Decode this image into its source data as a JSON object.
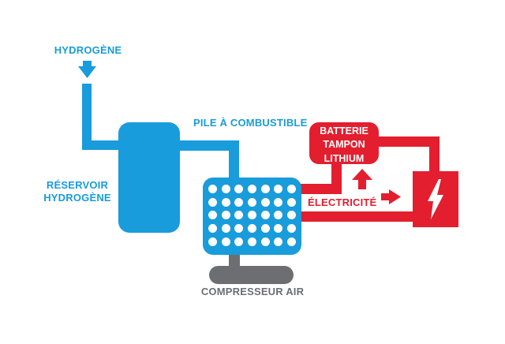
{
  "colors": {
    "blue": "#189CDB",
    "red": "#E31E2E",
    "gray": "#6D6E71",
    "dot": "#FFFFFF",
    "background": "#FFFFFF",
    "bolt": "#FFFFFF"
  },
  "flow": {
    "hydrogen_input": {
      "label": "HYDROGÈNE",
      "icon": "arrow-down-icon"
    },
    "reservoir": {
      "lines": [
        "RÉSERVOIR",
        "HYDROGÈNE"
      ]
    },
    "fuel_cell": {
      "label": "PILE À COMBUSTIBLE",
      "grid": {
        "rows": 5,
        "columns": 7
      }
    },
    "compressor": {
      "label": "COMPRESSEUR AIR"
    },
    "battery": {
      "lines": [
        "BATTERIE",
        "TAMPON",
        "LITHIUM"
      ]
    },
    "electricity": {
      "label": "ÉLECTRICITÉ",
      "icons": [
        "arrow-up-icon",
        "arrow-right-icon"
      ]
    },
    "load": {
      "icon": "lightning-bolt-icon"
    }
  }
}
